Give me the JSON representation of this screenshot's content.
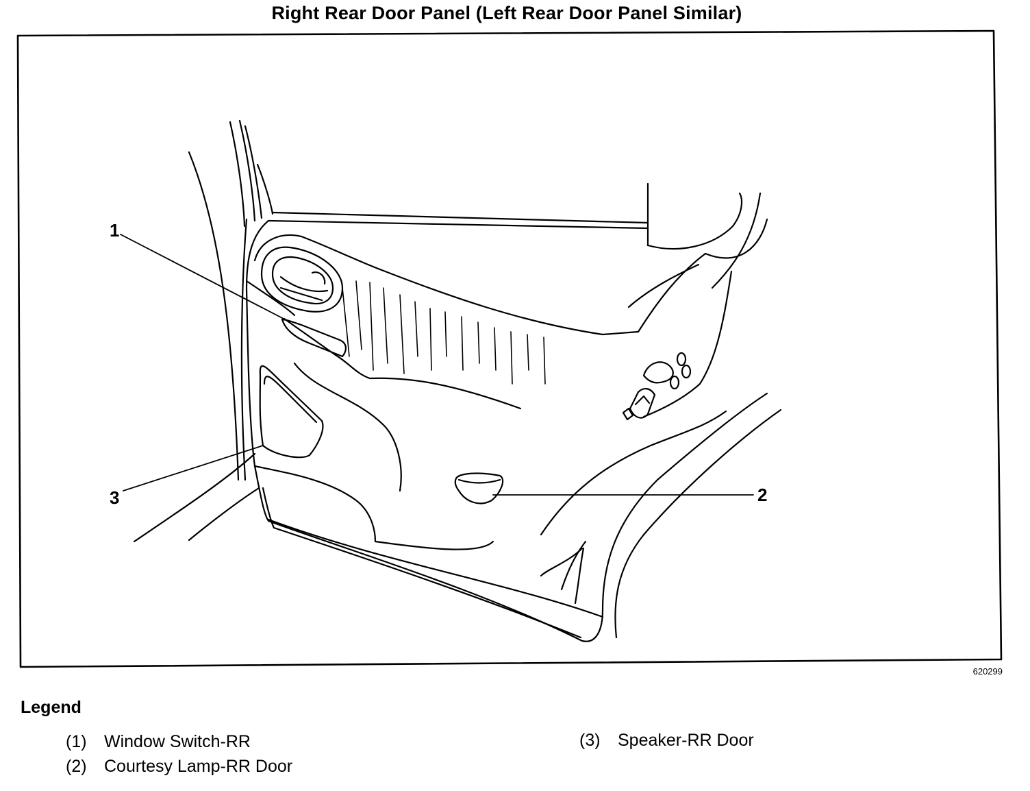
{
  "title": "Right Rear Door Panel (Left Rear Door Panel Similar)",
  "figure_id": "620299",
  "callouts": {
    "c1": "1",
    "c2": "2",
    "c3": "3"
  },
  "legend": {
    "title": "Legend",
    "items": [
      {
        "num": "(1)",
        "label": "Window Switch-RR"
      },
      {
        "num": "(2)",
        "label": "Courtesy Lamp-RR Door"
      },
      {
        "num": "(3)",
        "label": "Speaker-RR Door"
      }
    ]
  }
}
